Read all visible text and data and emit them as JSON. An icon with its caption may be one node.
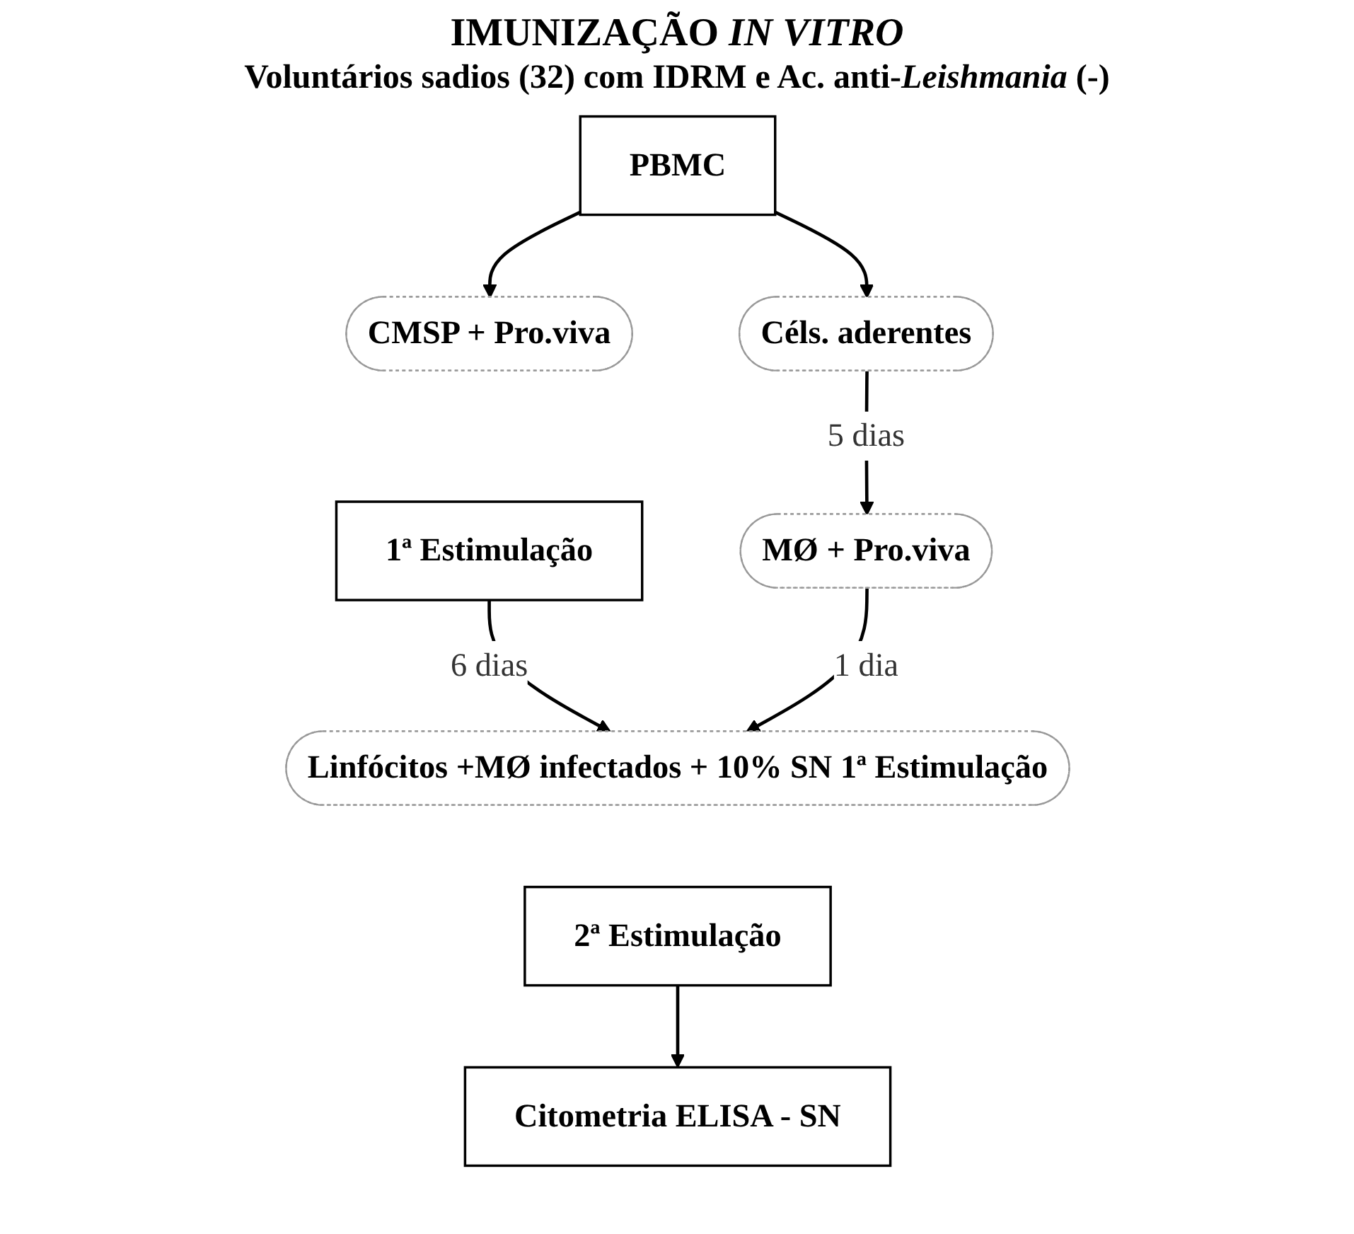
{
  "diagram": {
    "title": "IMUNIZAÇÃO *IN VITRO*",
    "nodes": [
      {
        "text": [
          "PBMC"
        ]
      },
      {
        "text": [
          "CMSP + Pro.viva"
        ]
      },
      {
        "text": [
          "1ª Estimulação"
        ]
      },
      {
        "text": [
          "Céls. aderentes"
        ]
      },
      {
        "text": [
          "MØ + Pro.viva"
        ]
      },
      {
        "text": [
          "Linfócitos +MØ infectados + 10% SN 1ª Estimulação"
        ]
      },
      {
        "text": [
          "2ª Estimulação"
        ]
      },
      {
        "text": [
          "Citometria ELISA - SN"
        ]
      }
    ],
    "edges": [
      {
        "from": 0,
        "to": 1,
        "arrow": "to"
      },
      {
        "from": 0,
        "to": 3,
        "arrow": "to"
      },
      {
        "from": 3,
        "to": 4,
        "arrow": "to",
        "label": "5 dias"
      },
      {
        "from": 2,
        "to": 5,
        "arrow": "to",
        "label": "6 dias"
      },
      {
        "from": 4,
        "to": 5,
        "arrow": "to",
        "label": "1 dia"
      },
      {
        "from": 6,
        "to": 7,
        "arrow": "to"
      }
    ],
    "labels": [
      "Voluntários sadios (32) com IDRM e Ac. anti-*Leishmania* (-)"
    ]
  }
}
